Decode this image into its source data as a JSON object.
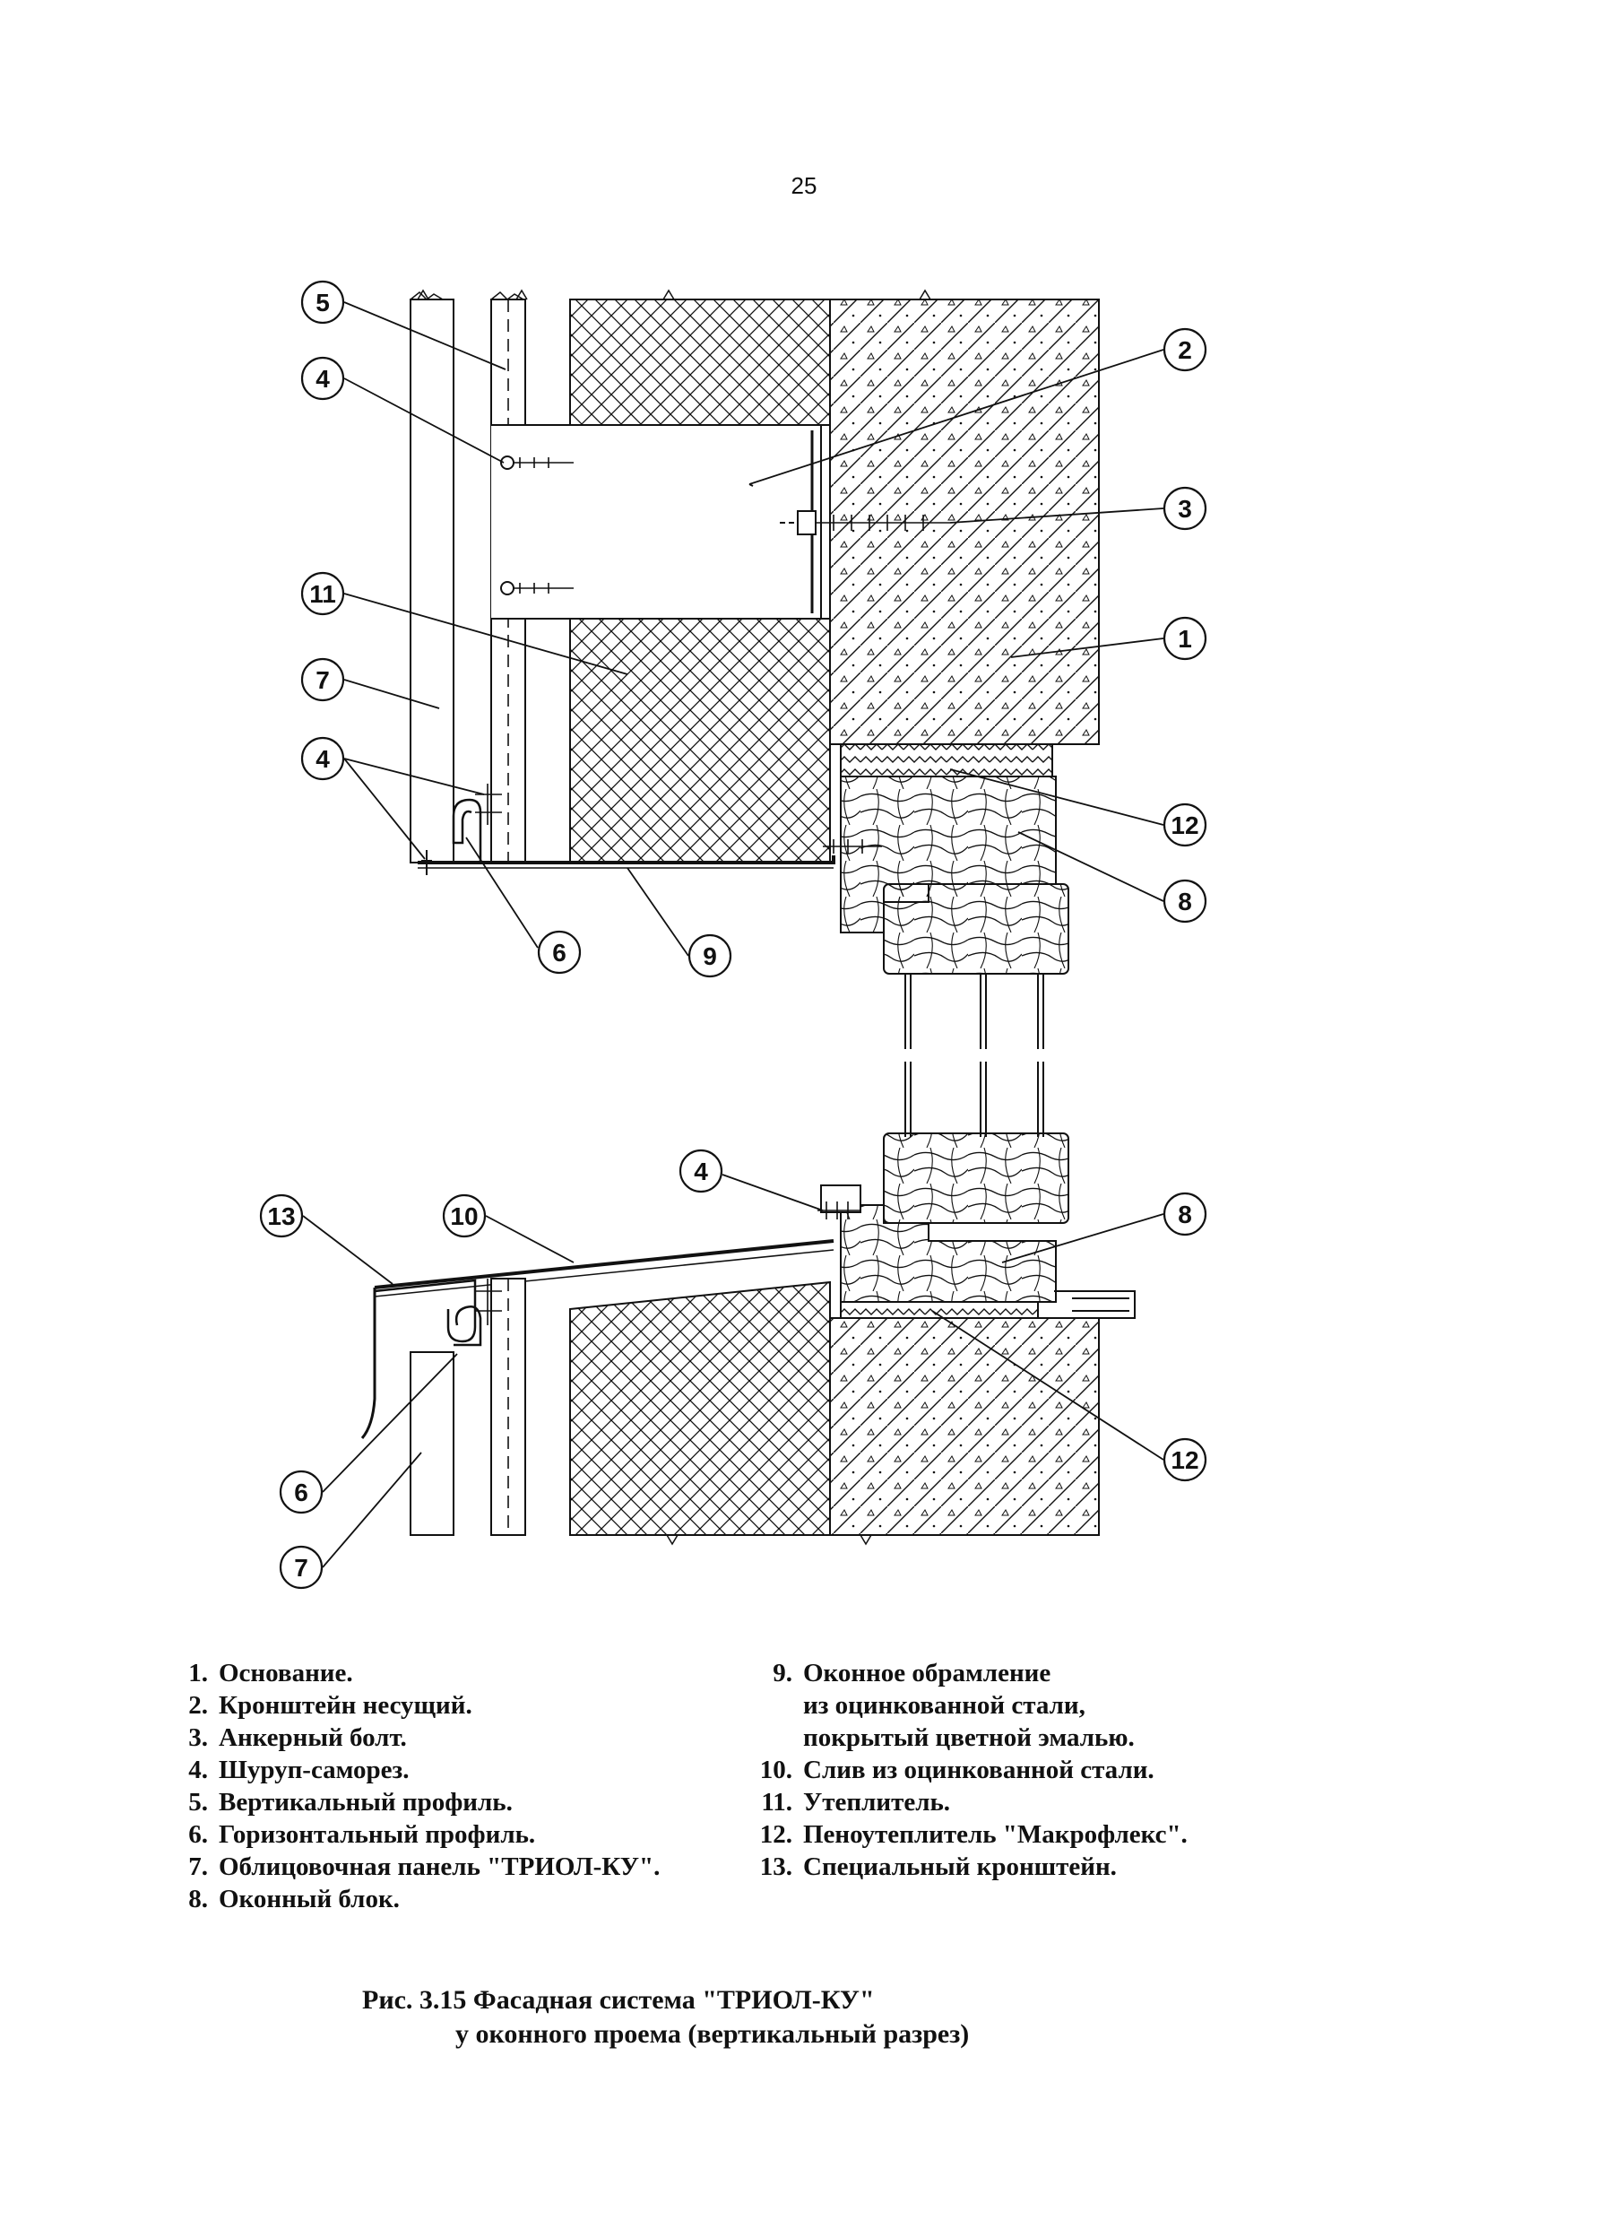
{
  "page": {
    "number": "25"
  },
  "callouts": {
    "c1": "1",
    "c2": "2",
    "c3": "3",
    "c4": "4",
    "c5": "5",
    "c6": "6",
    "c7": "7",
    "c8": "8",
    "c9": "9",
    "c10": "10",
    "c11": "11",
    "c12": "12",
    "c13": "13"
  },
  "legend": {
    "left": [
      {
        "num": "1.",
        "text": "Основание."
      },
      {
        "num": "2.",
        "text": "Кронштейн несущий."
      },
      {
        "num": "3.",
        "text": "Анкерный болт."
      },
      {
        "num": "4.",
        "text": "Шуруп-саморез."
      },
      {
        "num": "5.",
        "text": "Вертикальный профиль."
      },
      {
        "num": "6.",
        "text": "Горизонтальный профиль."
      },
      {
        "num": "7.",
        "text": "Облицовочная панель \"ТРИОЛ-КУ\"."
      },
      {
        "num": "8.",
        "text": "Оконный блок."
      }
    ],
    "right": [
      {
        "num": "9.",
        "text": "Оконное обрамление"
      },
      {
        "num": "",
        "text": "из оцинкованной стали,"
      },
      {
        "num": "",
        "text": "покрытый цветной эмалью."
      },
      {
        "num": "10.",
        "text": "Слив из оцинкованной стали."
      },
      {
        "num": "11.",
        "text": "Утеплитель."
      },
      {
        "num": "12.",
        "text": "Пеноутеплитель \"Макрофлекс\"."
      },
      {
        "num": "13.",
        "text": "Специальный кронштейн."
      }
    ]
  },
  "caption": {
    "line1": "Рис. 3.15  Фасадная система \"ТРИОЛ-КУ\"",
    "line2": "у оконного проема (вертикальный разрез)"
  },
  "colors": {
    "ink": "#111111",
    "paper": "#ffffff"
  }
}
